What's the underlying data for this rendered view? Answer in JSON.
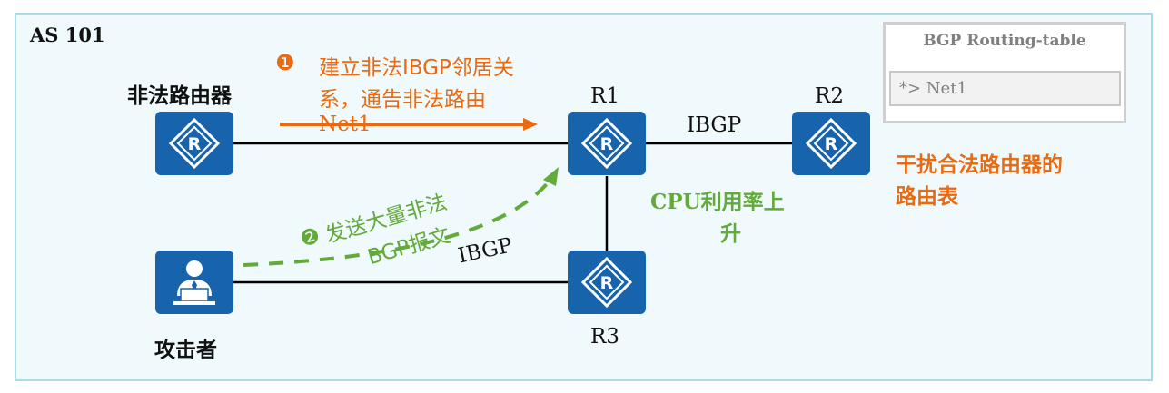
{
  "as_label": "AS 101",
  "routers": {
    "illegal": {
      "label": "非法路由器"
    },
    "r1": {
      "label": "R1"
    },
    "r2": {
      "label": "R2"
    },
    "r3": {
      "label": "R3"
    }
  },
  "attacker": {
    "label": "攻击者"
  },
  "links": {
    "r1_r2": "IBGP",
    "attacker_r3": "IBGP"
  },
  "step1": {
    "number": "❶",
    "line1": "建立非法IBGP邻居关",
    "line2": "系，通告非法路由",
    "line3": "Net1"
  },
  "step2": {
    "number": "❷",
    "line1": "发送大量非法",
    "line2": "BGP报文"
  },
  "cpu_note": {
    "line1": "CPU利用率上",
    "line2": "升"
  },
  "interfere_note": {
    "line1": "干扰合法路由器的",
    "line2": "路由表"
  },
  "bgp_table": {
    "title": "BGP Routing-table",
    "entry": "*>  Net1"
  },
  "colors": {
    "router": "#1764ad",
    "orange": "#eb6a10",
    "green": "#62aa3a",
    "frame": "#a9dbe6"
  }
}
